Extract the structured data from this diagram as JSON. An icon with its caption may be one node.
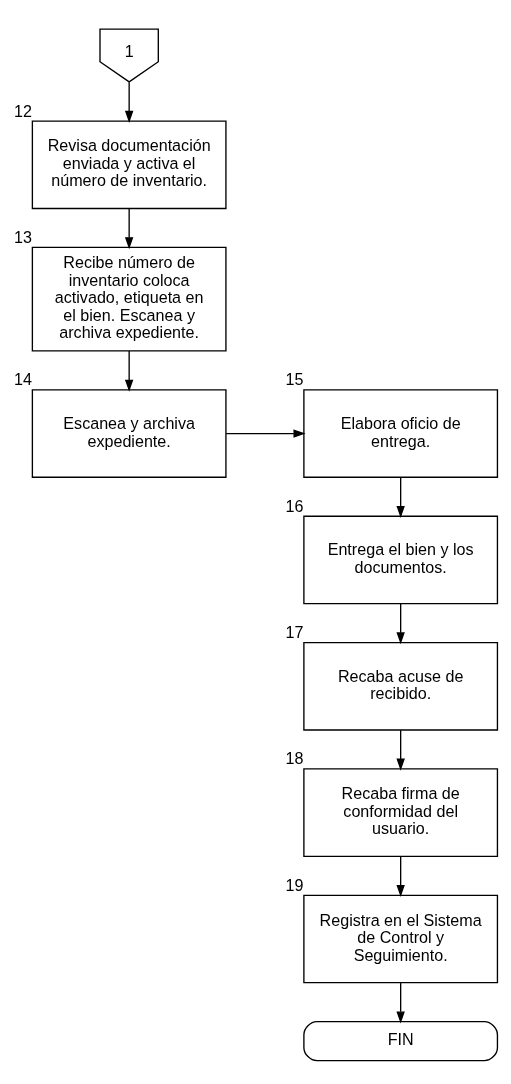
{
  "diagram": {
    "nodes": [
      {
        "text": [
          "1"
        ]
      },
      {
        "text": [
          "Revisa documentación enviada y activa el número de inventario."
        ],
        "beside": [
          "12"
        ]
      },
      {
        "text": [
          "Recibe número de inventario coloca activado, etiqueta en el bien. Escanea y archiva expediente."
        ],
        "beside": [
          "13"
        ]
      },
      {
        "text": [
          "Escanea y archiva expediente."
        ],
        "beside": [
          "14"
        ]
      },
      {
        "text": [
          "Elabora oficio de entrega."
        ],
        "beside": [
          "15"
        ]
      },
      {
        "text": [
          "Entrega el bien y los documentos."
        ],
        "beside": [
          "16"
        ]
      },
      {
        "text": [
          "Recaba acuse de recibido."
        ],
        "beside": [
          "17"
        ]
      },
      {
        "text": [
          "Recaba firma de conformidad del usuario."
        ],
        "beside": [
          "18"
        ]
      },
      {
        "text": [
          "Registra en el Sistema de Control y Seguimiento."
        ],
        "beside": [
          "19"
        ]
      },
      {
        "text": [
          "FIN"
        ]
      }
    ],
    "edges": [
      {
        "from": 0,
        "to": 1,
        "arrow": "to"
      },
      {
        "from": 1,
        "to": 2,
        "arrow": "to"
      },
      {
        "from": 2,
        "to": 3,
        "arrow": "to"
      },
      {
        "from": 3,
        "to": 4,
        "arrow": "to"
      },
      {
        "from": 4,
        "to": 5,
        "arrow": "to"
      },
      {
        "from": 5,
        "to": 6,
        "arrow": "to"
      },
      {
        "from": 6,
        "to": 7,
        "arrow": "to"
      },
      {
        "from": 7,
        "to": 8,
        "arrow": "to"
      },
      {
        "from": 8,
        "to": 9,
        "arrow": "to"
      }
    ]
  }
}
